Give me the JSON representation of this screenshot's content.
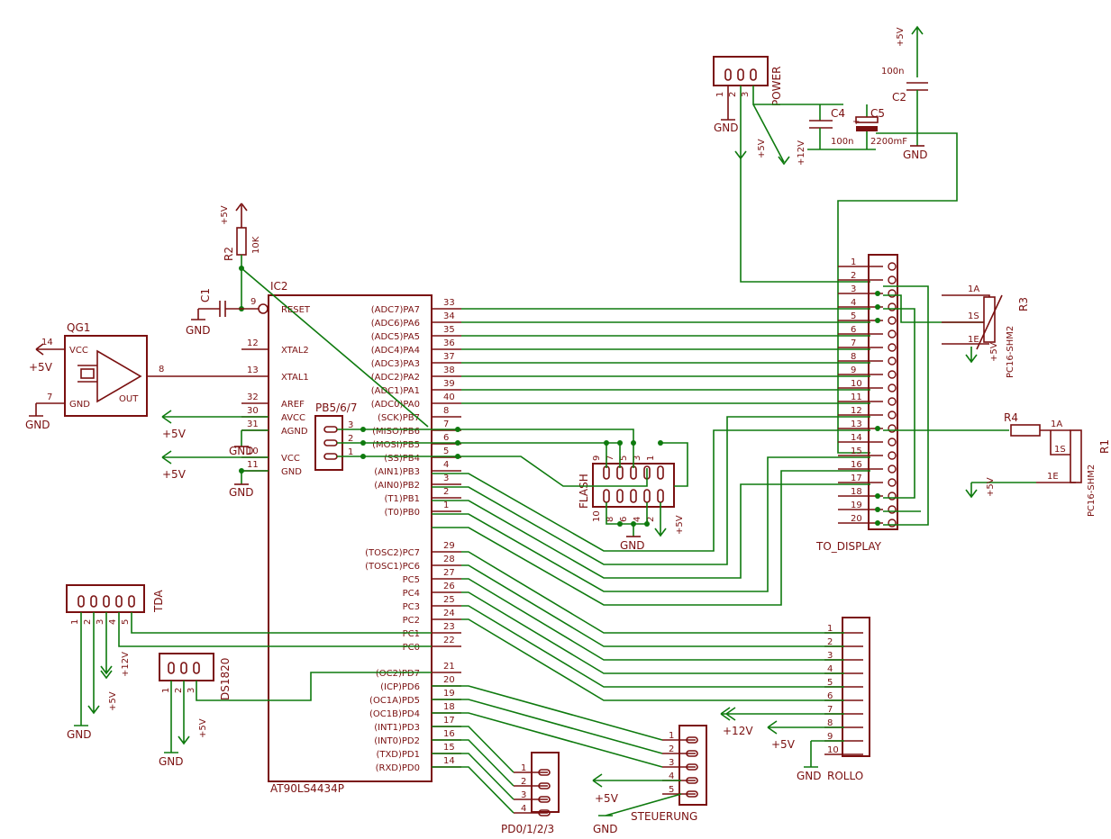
{
  "ic": {
    "ref": "IC2",
    "part": "AT90LS4434P",
    "left_pins": [
      {
        "num": "9",
        "name": "RESET"
      },
      {
        "num": "12",
        "name": "XTAL2"
      },
      {
        "num": "13",
        "name": "XTAL1"
      },
      {
        "num": "32",
        "name": "AREF"
      },
      {
        "num": "30",
        "name": "AVCC"
      },
      {
        "num": "31",
        "name": "AGND"
      },
      {
        "num": "10",
        "name": "VCC"
      },
      {
        "num": "11",
        "name": "GND"
      }
    ],
    "right_pins": [
      {
        "num": "33",
        "name": "(ADC7)PA7"
      },
      {
        "num": "34",
        "name": "(ADC6)PA6"
      },
      {
        "num": "35",
        "name": "(ADC5)PA5"
      },
      {
        "num": "36",
        "name": "(ADC4)PA4"
      },
      {
        "num": "37",
        "name": "(ADC3)PA3"
      },
      {
        "num": "38",
        "name": "(ADC2)PA2"
      },
      {
        "num": "39",
        "name": "(ADC1)PA1"
      },
      {
        "num": "40",
        "name": "(ADC0)PA0"
      },
      {
        "num": "8",
        "name": "(SCK)PB7"
      },
      {
        "num": "7",
        "name": "(MISO)PB6"
      },
      {
        "num": "6",
        "name": "(MOSI)PB5"
      },
      {
        "num": "5",
        "name": "(SS)PB4"
      },
      {
        "num": "4",
        "name": "(AIN1)PB3"
      },
      {
        "num": "3",
        "name": "(AIN0)PB2"
      },
      {
        "num": "2",
        "name": "(T1)PB1"
      },
      {
        "num": "1",
        "name": "(T0)PB0"
      },
      {
        "num": "29",
        "name": "(TOSC2)PC7"
      },
      {
        "num": "28",
        "name": "(TOSC1)PC6"
      },
      {
        "num": "27",
        "name": "PC5"
      },
      {
        "num": "26",
        "name": "PC4"
      },
      {
        "num": "25",
        "name": "PC3"
      },
      {
        "num": "24",
        "name": "PC2"
      },
      {
        "num": "23",
        "name": "PC1"
      },
      {
        "num": "22",
        "name": "PC0"
      },
      {
        "num": "21",
        "name": "(OC2)PD7"
      },
      {
        "num": "20",
        "name": "(ICP)PD6"
      },
      {
        "num": "19",
        "name": "(OC1A)PD5"
      },
      {
        "num": "18",
        "name": "(OC1B)PD4"
      },
      {
        "num": "17",
        "name": "(INT1)PD3"
      },
      {
        "num": "16",
        "name": "(INT0)PD2"
      },
      {
        "num": "15",
        "name": "(TXD)PD1"
      },
      {
        "num": "14",
        "name": "(RXD)PD0"
      }
    ]
  },
  "osc": {
    "ref": "QG1",
    "vcc": "VCC",
    "gnd": "GND",
    "out": "OUT",
    "p14": "14",
    "p7": "7",
    "p8": "8"
  },
  "passives": {
    "r2": "R2",
    "r2_val": "10K",
    "c1": "C1",
    "c2": "C2",
    "c2_val": "100n",
    "c4": "C4",
    "c4_val": "100n",
    "c5": "C5",
    "c5_val": "2200mF",
    "r4": "R4",
    "r3": "R3",
    "r3_part": "PC16-SHM2",
    "r1": "R1",
    "r1_part": "PC16-SHM2",
    "pot_a": "1A",
    "pot_s": "1S",
    "pot_e": "1E"
  },
  "connectors": {
    "power": "POWER",
    "pb567": "PB5/6/7",
    "flash": "FLASH",
    "to_display": "TO_DISPLAY",
    "tda": "TDA",
    "ds1820": "DS1820",
    "rollo": "ROLLO",
    "steuerung": "STEUERUNG",
    "pd0123": "PD0/1/2/3"
  },
  "supplies": {
    "p5v": "+5V",
    "p12v": "+12V",
    "gnd": "GND"
  },
  "pin_numbers": {
    "n1": "1",
    "n2": "2",
    "n3": "3",
    "n4": "4",
    "n5": "5",
    "n6": "6",
    "n7": "7",
    "n8": "8",
    "n9": "9",
    "n10": "10",
    "n11": "11",
    "n12": "12",
    "n13": "13",
    "n14": "14",
    "n15": "15",
    "n16": "16",
    "n17": "17",
    "n18": "18",
    "n19": "19",
    "n20": "20"
  }
}
